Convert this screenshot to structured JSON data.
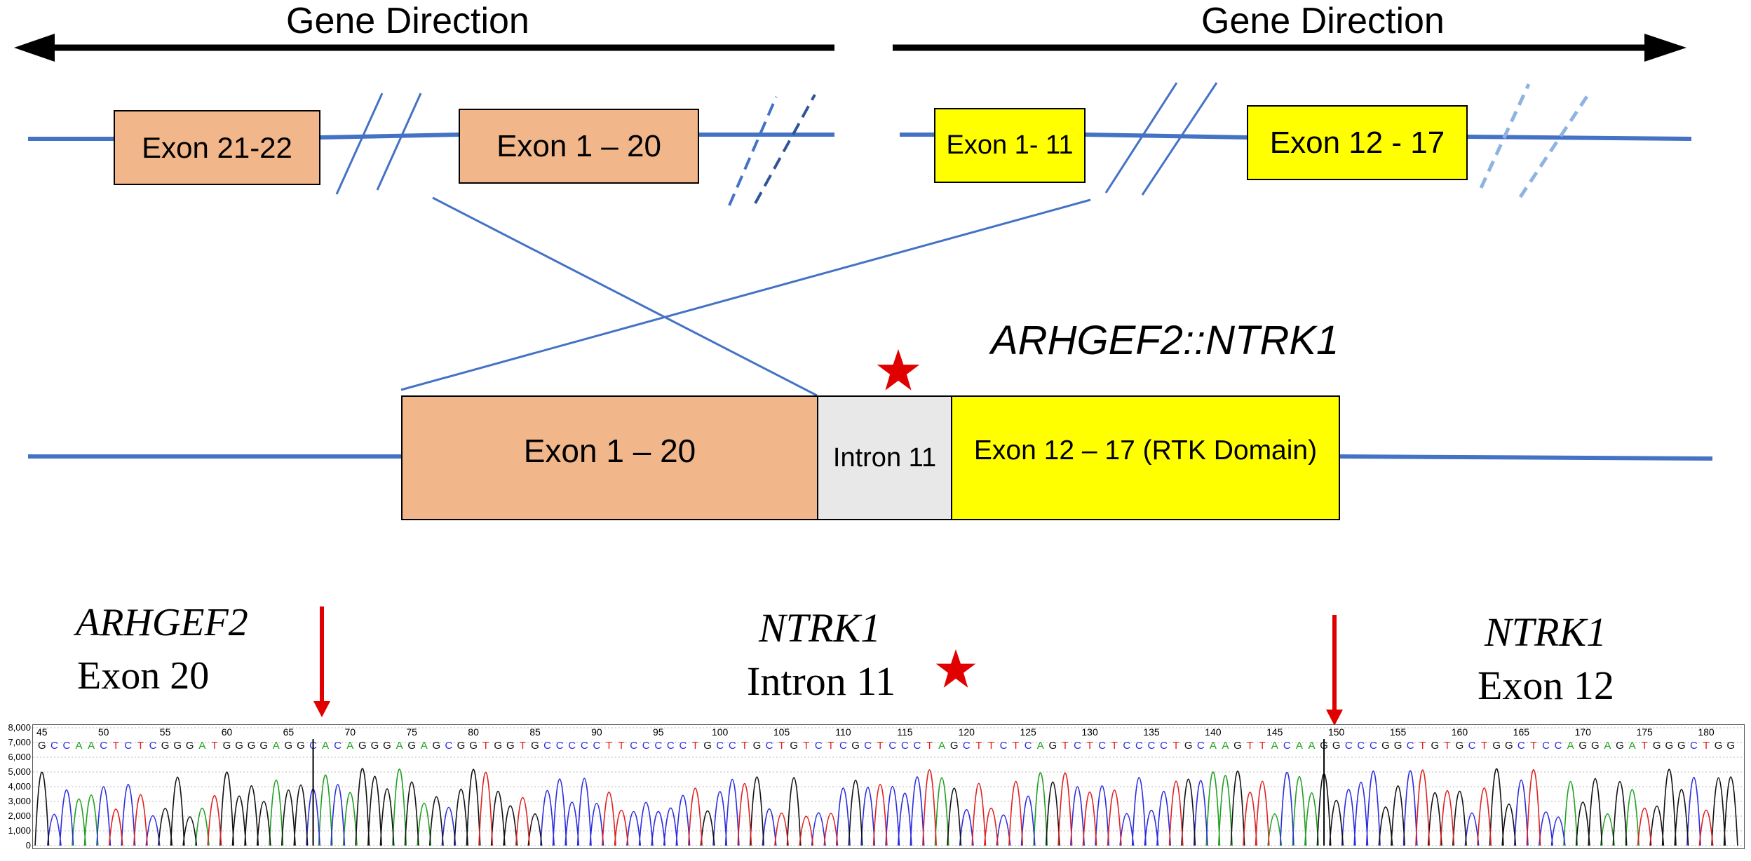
{
  "top_genes": {
    "left": {
      "direction_label": "Gene Direction",
      "exons": [
        "Exon 21-22",
        "Exon 1 – 20"
      ],
      "colors": {
        "exon_fill": "#F2B68B"
      }
    },
    "right": {
      "direction_label": "Gene Direction",
      "exons": [
        "Exon 1- 11",
        "Exon 12 - 17"
      ],
      "colors": {
        "exon_fill": "#FFFF00"
      }
    }
  },
  "fusion": {
    "title": "ARHGEF2::NTRK1",
    "segments": [
      "Exon 1 – 20",
      "Intron 11",
      "Exon 12 – 17 (RTK Domain)"
    ],
    "segment_colors": [
      "#F2B68B",
      "#E8E8E8",
      "#FFFF00"
    ],
    "marker_icon": "star-icon",
    "marker_color": "#E00000"
  },
  "sequence_labels": {
    "left": {
      "gene": "ARHGEF2",
      "region": "Exon 20"
    },
    "middle": {
      "gene": "NTRK1",
      "region": "Intron 11"
    },
    "right": {
      "gene": "NTRK1",
      "region": "Exon 12"
    }
  },
  "chromatogram": {
    "y_ticks": [
      "8,000",
      "7,000",
      "6,000",
      "5,000",
      "4,000",
      "3,000",
      "2,000",
      "1,000",
      "0"
    ],
    "x_ticks": [
      45,
      50,
      55,
      60,
      65,
      70,
      75,
      80,
      85,
      90,
      95,
      100,
      105,
      110,
      115,
      120,
      125,
      130,
      135,
      140,
      145,
      150,
      155,
      160,
      165,
      170,
      175,
      180
    ],
    "sequence": "GCCAACTCTCGGGATGGGGAGGCACAGGGAGAGCGGTGGTGCCCCCTTCCCCCTGCCTGCTGTCTCGCTCCCTAGCTTCTCAGTCTCTCCCCTGCAAGTTACAAGGCCCGGCTGTGCTGGCTCCAGGAGATGGGCTGG",
    "start_position": 44,
    "breakpoints": [
      67,
      149
    ],
    "base_colors": {
      "A": "#1FA01F",
      "C": "#2B2BE0",
      "G": "#111111",
      "T": "#E02020"
    },
    "arrow_color": "#E00000"
  },
  "colors": {
    "line": "#4472C4",
    "arrow": "#000000"
  }
}
